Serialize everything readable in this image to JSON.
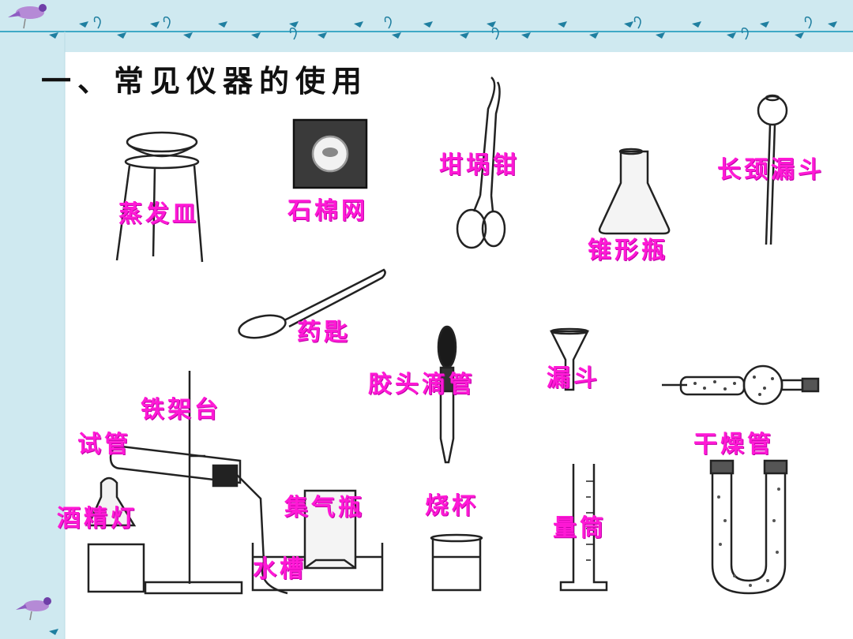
{
  "title": "一、常见仪器的使用",
  "labels": {
    "evaporating_dish": "蒸发皿",
    "asbestos_gauze": "石棉网",
    "crucible_tongs": "坩埚钳",
    "conical_flask": "锥形瓶",
    "long_neck_funnel": "长颈漏斗",
    "spoon": "药匙",
    "dropper": "胶头滴管",
    "funnel": "漏斗",
    "drying_tube": "干燥管",
    "iron_stand": "铁架台",
    "test_tube": "试管",
    "alcohol_lamp": "酒精灯",
    "gas_jar": "集气瓶",
    "beaker": "烧杯",
    "water_trough": "水槽",
    "graduated_cylinder": "量筒"
  },
  "colors": {
    "background": "#d6eef3",
    "label": "#ff19d6",
    "title": "#111111",
    "ornament": "#3fa9c6"
  }
}
